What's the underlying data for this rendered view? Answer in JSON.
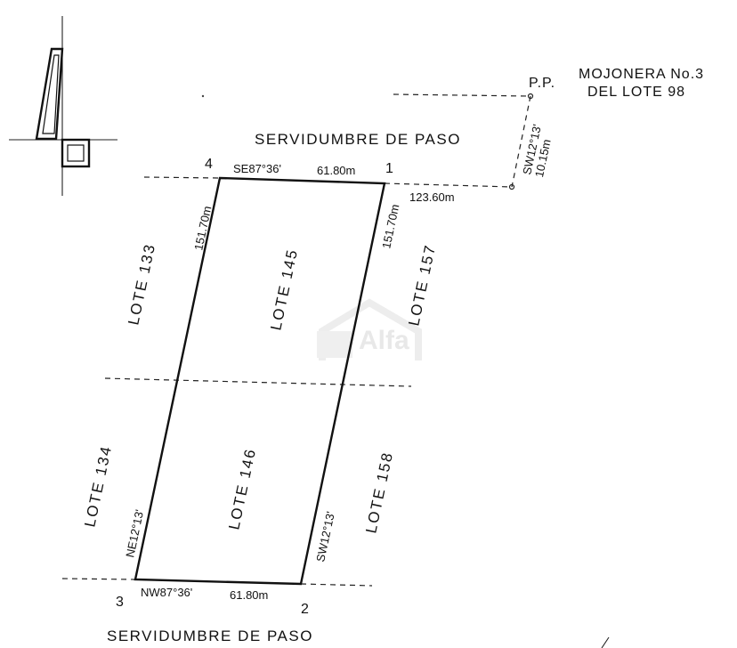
{
  "reference": {
    "pp_label": "P.P.",
    "line1": "MOJONERA No.3",
    "line2": "DEL LOTE 98"
  },
  "easements": {
    "top": "SERVIDUMBRE DE PASO",
    "bottom": "SERVIDUMBRE DE PASO"
  },
  "corners": {
    "c1": "1",
    "c2": "2",
    "c3": "3",
    "c4": "4"
  },
  "measurements": {
    "top_bearing": "SE87°36'",
    "top_length": "61.80m",
    "bottom_bearing": "NW87°36'",
    "bottom_length": "61.80m",
    "left_length": "151.70m",
    "right_length": "151.70m",
    "left_bearing": "NE12°13'",
    "right_bearing": "SW12°13'",
    "tie_bearing": "SW12°13'",
    "tie_length": "10.15m",
    "tie_horizontal": "123.60m"
  },
  "lots": {
    "lote_145": "LOTE 145",
    "lote_146": "LOTE 146",
    "lote_133": "LOTE 133",
    "lote_134": "LOTE 134",
    "lote_157": "LOTE 157",
    "lote_158": "LOTE 158"
  },
  "watermark": {
    "text": "Alfa"
  }
}
